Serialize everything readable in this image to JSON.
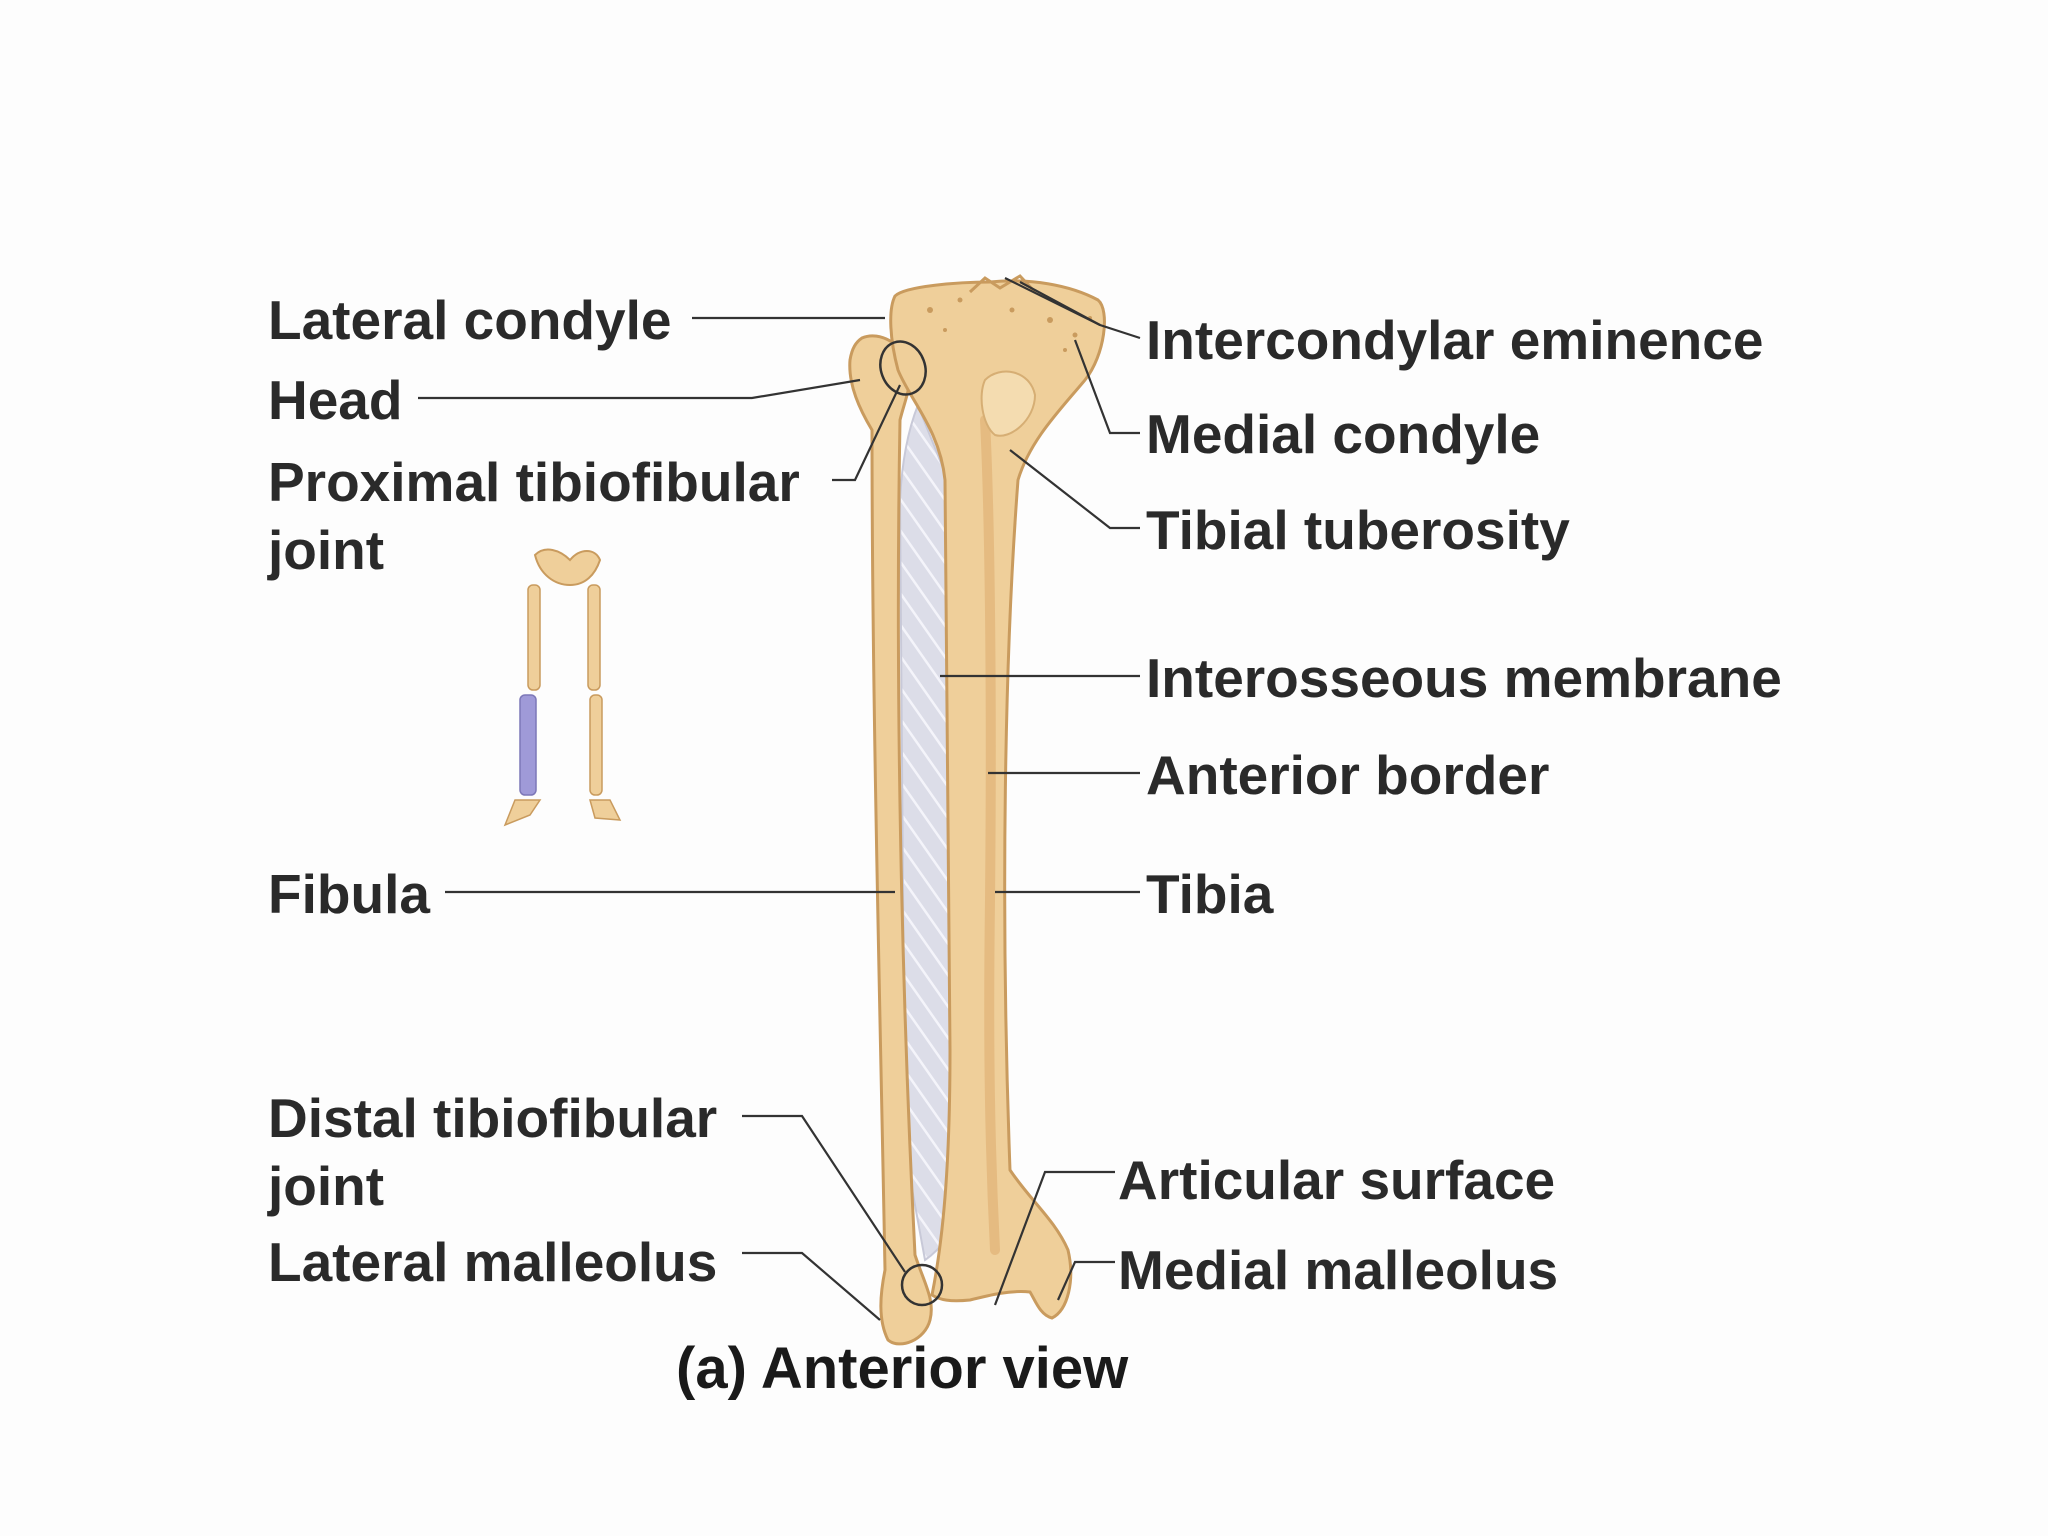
{
  "colors": {
    "bone": "#efcf9a",
    "bone_edge": "#c99b5e",
    "bone_shade": "#e2b57a",
    "membrane": "#dcdde8",
    "highlight_bone": "#9f9ad8",
    "leader": "#333333",
    "text": "#2a2a2a"
  },
  "labels": {
    "lateral_condyle": "Lateral condyle",
    "head": "Head",
    "proximal_joint_line1": "Proximal tibiofibular",
    "proximal_joint_line2": "joint",
    "fibula": "Fibula",
    "distal_joint_line1": "Distal tibiofibular",
    "distal_joint_line2": "joint",
    "lateral_malleolus": "Lateral malleolus",
    "intercondylar_eminence": "Intercondylar eminence",
    "medial_condyle": "Medial condyle",
    "tibial_tuberosity": "Tibial tuberosity",
    "interosseous_membrane": "Interosseous membrane",
    "anterior_border": "Anterior border",
    "tibia": "Tibia",
    "articular_surface": "Articular surface",
    "medial_malleolus": "Medial malleolus"
  },
  "caption": "(a) Anterior view",
  "icons": {
    "locator": "skeleton-lower-limbs-icon"
  }
}
